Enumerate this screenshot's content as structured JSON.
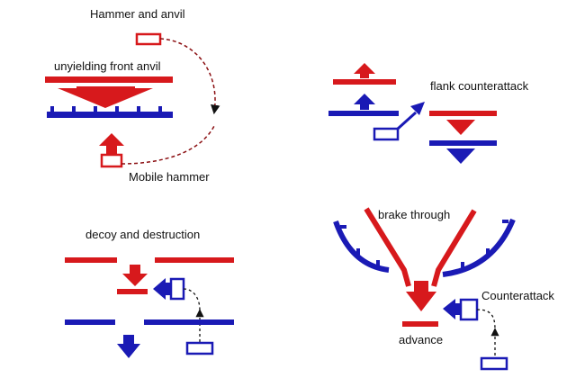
{
  "colors": {
    "red": "#d7191c",
    "blue": "#1a1ab5",
    "text": "#111111"
  },
  "panels": {
    "hammer_and_anvil": {
      "title": "Hammer and anvil",
      "anvil_label": "unyielding front anvil",
      "hammer_label": "Mobile hammer"
    },
    "flank_counterattack": {
      "label": "flank counterattack"
    },
    "decoy_and_destruction": {
      "label": "decoy and destruction"
    },
    "break_through": {
      "label": "brake through",
      "advance_label": "advance",
      "counter_label": "Counterattack"
    }
  }
}
